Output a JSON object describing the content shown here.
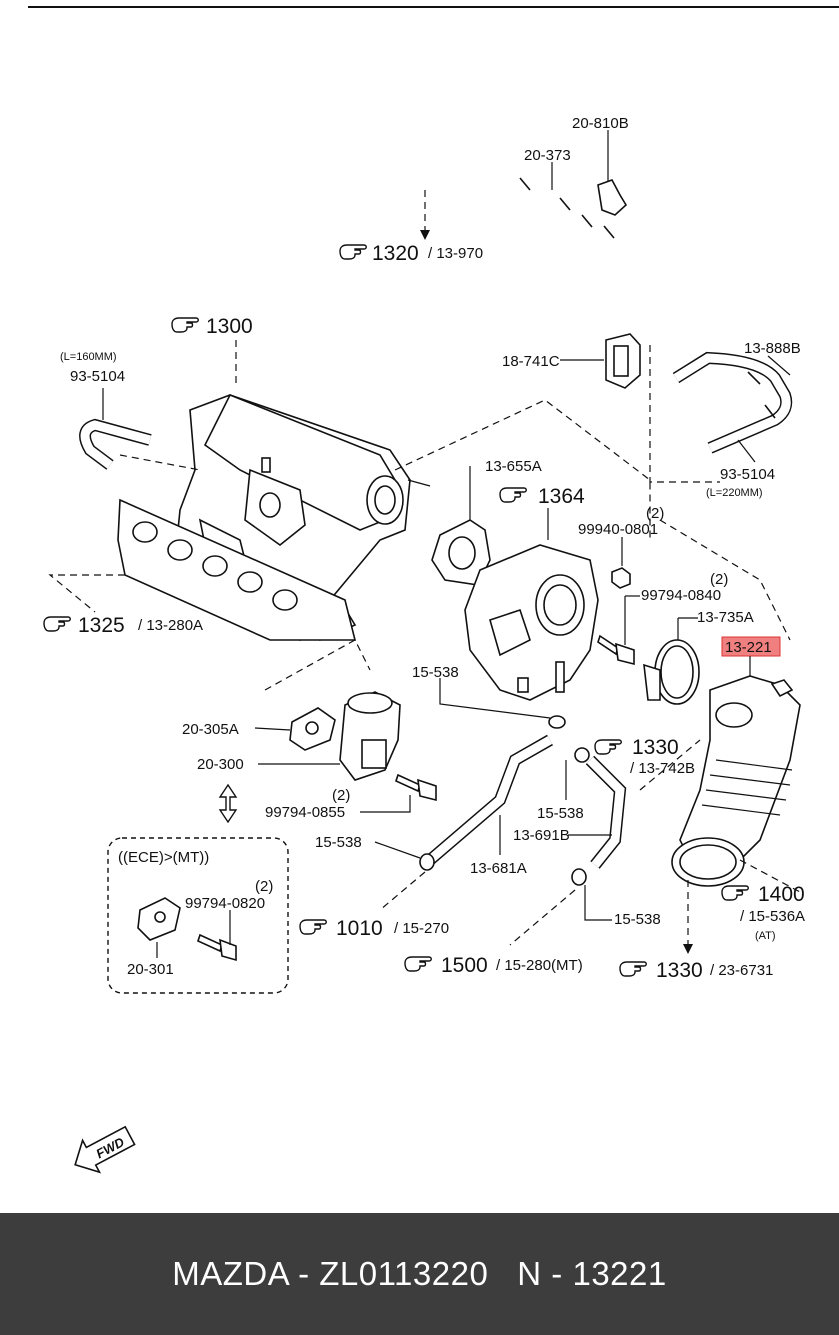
{
  "labels": {
    "p20810B": "20-810B",
    "p20373": "20-373",
    "ref1320": "1320",
    "ref1320sub": "/ 13-970",
    "ref1300": "1300",
    "lengthL160": "(L=160MM)",
    "p935104a": "93-5104",
    "p18741C": "18-741C",
    "p13888B": "13-888B",
    "p935104b": "93-5104",
    "lengthL220": "(L=220MM)",
    "p13655A": "13-655A",
    "ref1364": "1364",
    "qty99940": "(2)",
    "p99940": "99940-0801",
    "qty99794a": "(2)",
    "p99794a": "99794-0840",
    "p13735A": "13-735A",
    "p13221": "13-221",
    "ref1325": "1325",
    "ref1325sub": "/ 13-280A",
    "p15538a": "15-538",
    "p20305A": "20-305A",
    "p20300": "20-300",
    "qty99794b": "(2)",
    "p99794b": "99794-0855",
    "ref1330a": "1330",
    "ref1330asub": "/ 13-742B",
    "p15538b": "15-538",
    "p15538c": "15-538",
    "p13691B": "13-691B",
    "p13681A": "13-681A",
    "eceMt": "((ECE)>(MT))",
    "qty99794c": "(2)",
    "p99794c": "99794-0820",
    "p20301": "20-301",
    "ref1010": "1010",
    "ref1010sub": "/ 15-270",
    "p15538d": "15-538",
    "ref1400": "1400",
    "ref1400sub": "/ 15-536A",
    "ref1400at": "(AT)",
    "ref1500": "1500",
    "ref1500sub": "/ 15-280(MT)",
    "ref1330b": "1330",
    "ref1330bsub": "/ 23-6731",
    "fwd": "FWD"
  },
  "highlight": {
    "part": "13-221",
    "color": "#f08080"
  },
  "icons": {
    "reference": "pointing-hand-icon",
    "direction": "fwd-arrow-icon",
    "interchange": "double-arrow-icon"
  },
  "footer": {
    "text": "MAZDA - ZL0113220   N - 13221"
  }
}
